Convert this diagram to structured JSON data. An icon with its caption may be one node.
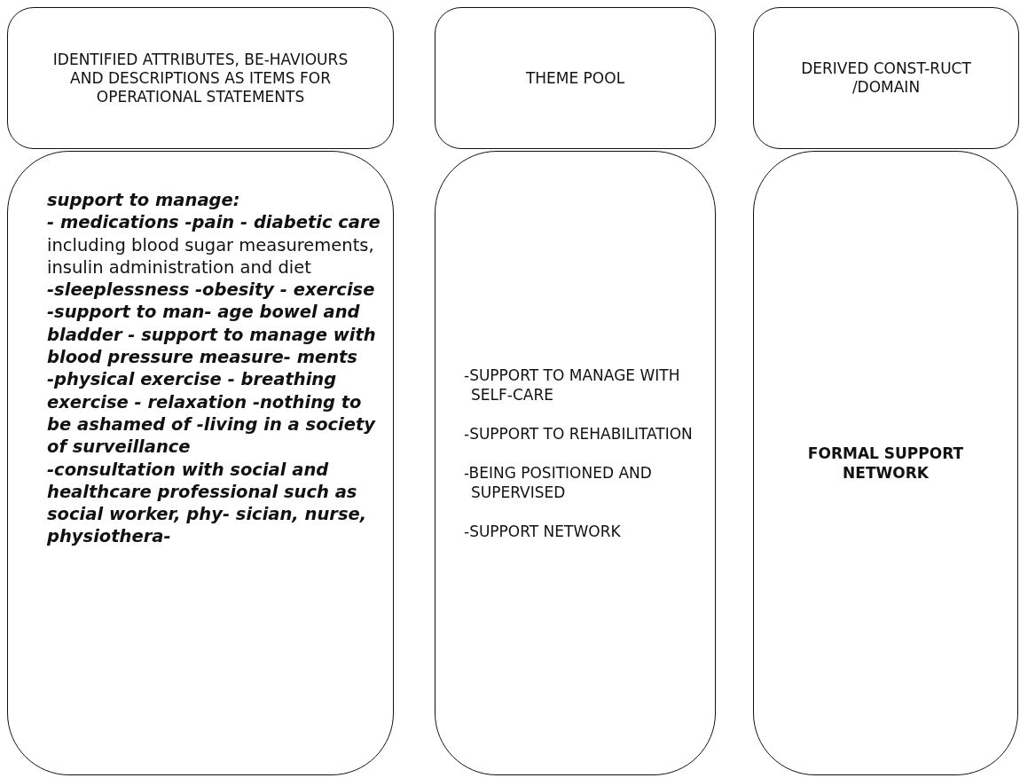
{
  "diagram": {
    "nodes": [
      {
        "text": [
          "IDENTIFIED ATTRIBUTES, BE-HAVIOURS AND DESCRIPTIONS AS ITEMS FOR OPERATIONAL STATEMENTS"
        ]
      },
      {
        "text": [
          "THEME POOL"
        ]
      },
      {
        "text": [
          "DERIVED CONST-RUCT /DOMAIN"
        ]
      },
      {
        "text": [
          "**support to manage:**",
          "**- medications -pain - diabetic care** including blood sugar measurements, insulin administration and diet",
          "**-sleeplessness -obesity - exercise -support to man- age bowel and bladder - support to manage with blood pressure measure- ments**",
          "**-physical exercise - breathing exercise - relaxation -nothing to be ashamed of -living in a society of surveillance**",
          "**-consultation with social and healthcare professional such as social worker, phy- sician, nurse, physiothera-**"
        ]
      },
      {
        "text": [
          "-SUPPORT TO MANAGE WITH SELF-CARE",
          "-SUPPORT TO REHABILITATION",
          "-BEING POSITIONED AND SUPERVISED",
          "-SUPPORT NETWORK"
        ]
      },
      {
        "text": [
          "FORMAL SUPPORT NETWORK"
        ]
      }
    ]
  }
}
